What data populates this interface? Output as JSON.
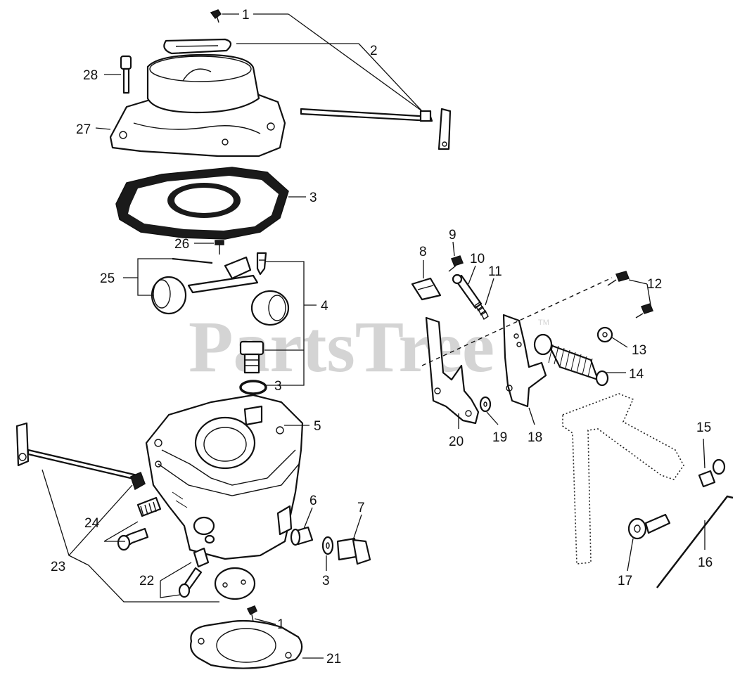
{
  "watermark": {
    "text": "PartsTree",
    "trademark": "TM"
  },
  "callouts": [
    "1",
    "2",
    "3",
    "4",
    "5",
    "6",
    "7",
    "8",
    "9",
    "10",
    "11",
    "12",
    "13",
    "14",
    "15",
    "16",
    "17",
    "18",
    "19",
    "20",
    "21",
    "22",
    "23",
    "24",
    "25",
    "26",
    "27",
    "28"
  ],
  "callouts_repeated": {
    "3_b": "3",
    "3_c": "3",
    "1_b": "1"
  }
}
